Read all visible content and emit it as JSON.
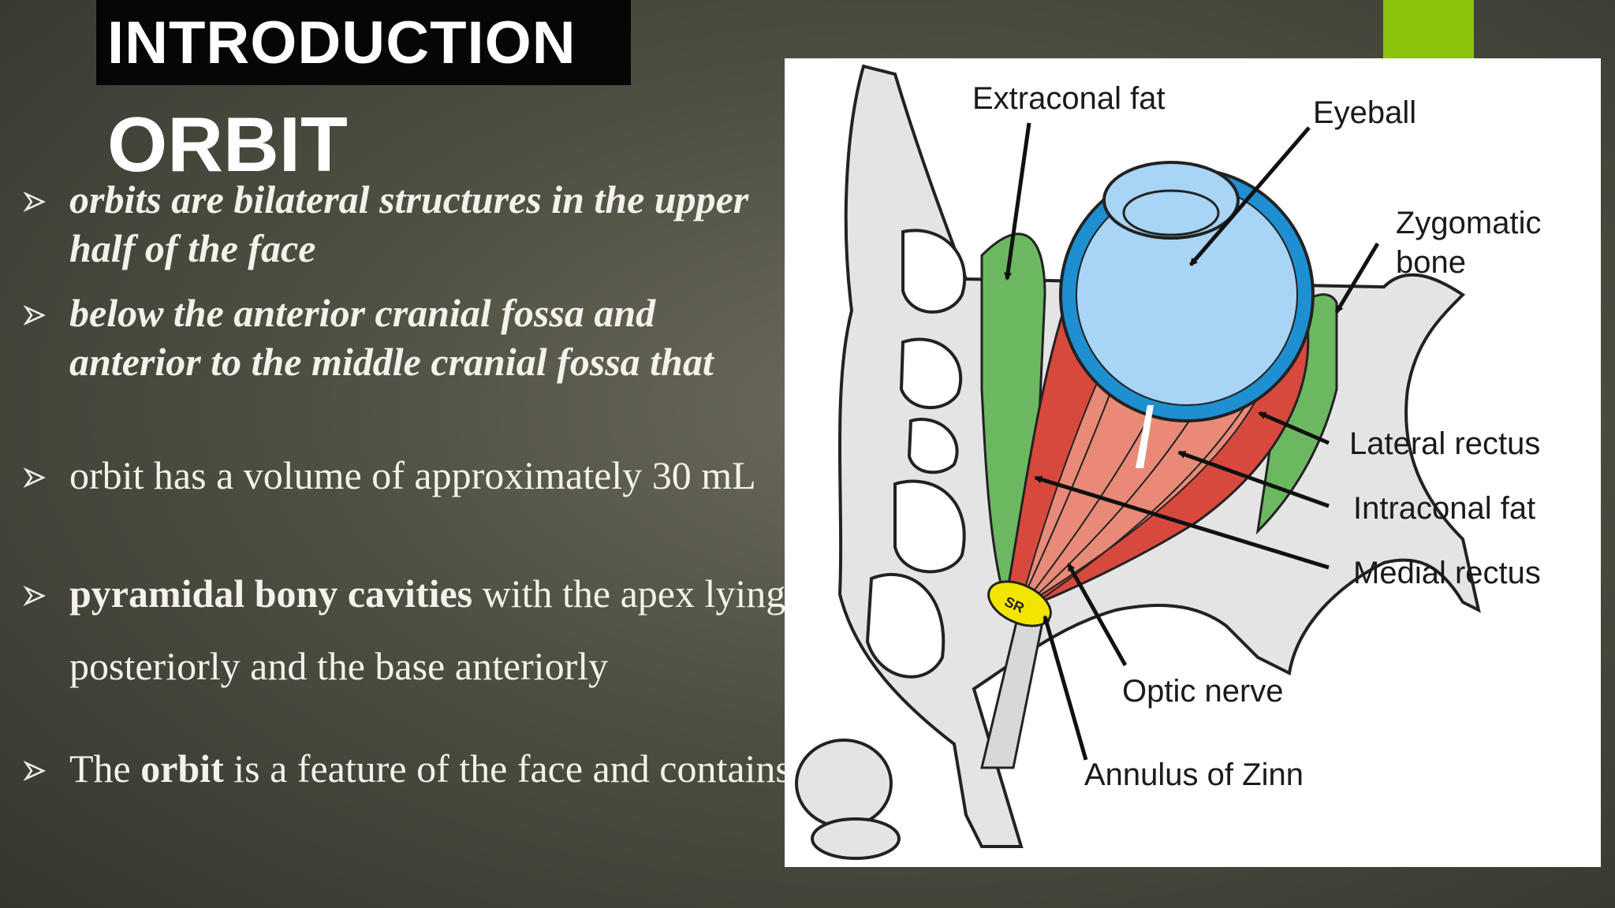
{
  "slide": {
    "title": "INTRODUCTION",
    "subtitle": "ORBIT",
    "bullets": [
      {
        "segments": [
          {
            "text": "orbits are bilateral structures in the upper half of the face",
            "style": "bold-italic"
          }
        ]
      },
      {
        "segments": [
          {
            "text": " below the anterior cranial fossa and anterior to the middle cranial fossa that",
            "style": "bold-italic"
          }
        ]
      },
      {
        "segments": [
          {
            "text": "orbit has a volume of approximately 30 mL",
            "style": "normal"
          }
        ]
      },
      {
        "segments": [
          {
            "text": "pyramidal bony cavities",
            "style": "bold"
          },
          {
            "text": " with the apex lying posteriorly and the base anteriorly",
            "style": "normal"
          }
        ]
      },
      {
        "segments": [
          {
            "text": "The ",
            "style": "normal"
          },
          {
            "text": "orbit",
            "style": "bold"
          },
          {
            "text": " is a feature of the face and contains",
            "style": "normal"
          }
        ]
      }
    ]
  },
  "figure": {
    "labels": {
      "extraconal_fat": "Extraconal fat",
      "eyeball": "Eyeball",
      "zygomatic_line1": "Zygomatic",
      "zygomatic_line2": "bone",
      "lateral_rectus": "Lateral rectus",
      "intraconal_fat": "Intraconal fat",
      "medial_rectus": "Medial rectus",
      "optic_nerve": "Optic nerve",
      "annulus": "Annulus of Zinn",
      "annulus_mark": "SR"
    }
  },
  "colors": {
    "accent": "#8bc30d",
    "title_bg": "#060606",
    "text": "#f4f2ea",
    "eyeball": "#a8d4f5",
    "eyeball_rim": "#1e8fd0",
    "muscle": "#d8493d",
    "fat_green": "#6cb861",
    "annulus": "#f2e600"
  }
}
